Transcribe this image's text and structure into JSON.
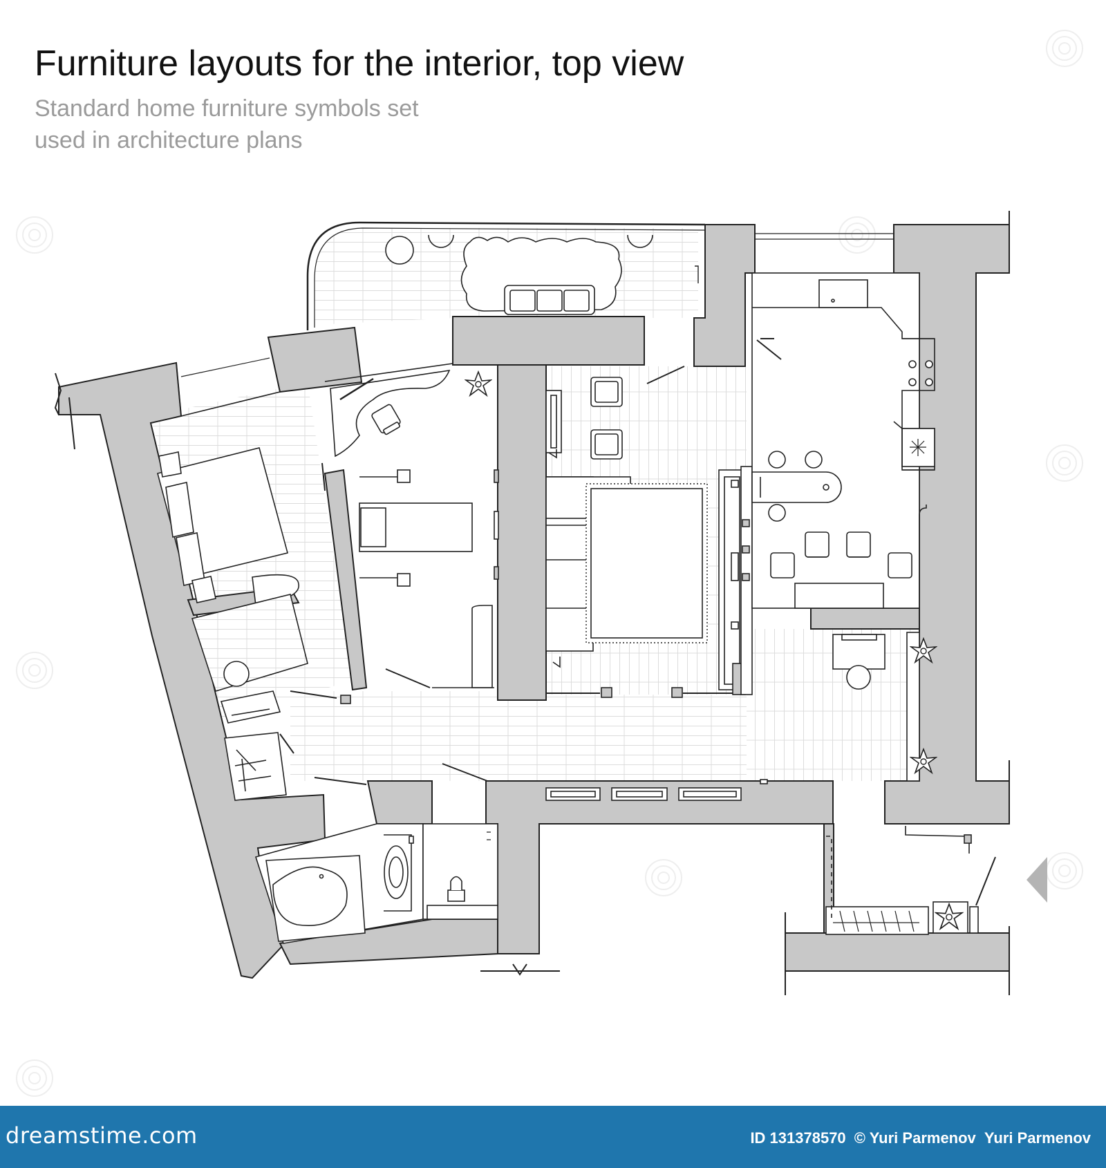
{
  "header": {
    "title": "Furniture layouts for the interior, top view",
    "subtitle_line1": "Standard home furniture symbols set",
    "subtitle_line2": "used in architecture plans"
  },
  "footer": {
    "brand": "dreamstime.com",
    "id_text": "ID 131378570",
    "copyright": "© Yuri Parmenov",
    "author": "Yuri Parmenov"
  },
  "colors": {
    "wall": "#c8c8c8",
    "line": "#222222",
    "floor_hatch": "#d6d6d6",
    "footer_bg": "#1f76ad",
    "subtitle": "#9a9a9a",
    "entry_arrow": "#b4b4b4"
  },
  "icons": [
    "plant-icon",
    "stove-burner-icon",
    "sink-icon",
    "entry-arrow-icon",
    "watermark-icon"
  ]
}
